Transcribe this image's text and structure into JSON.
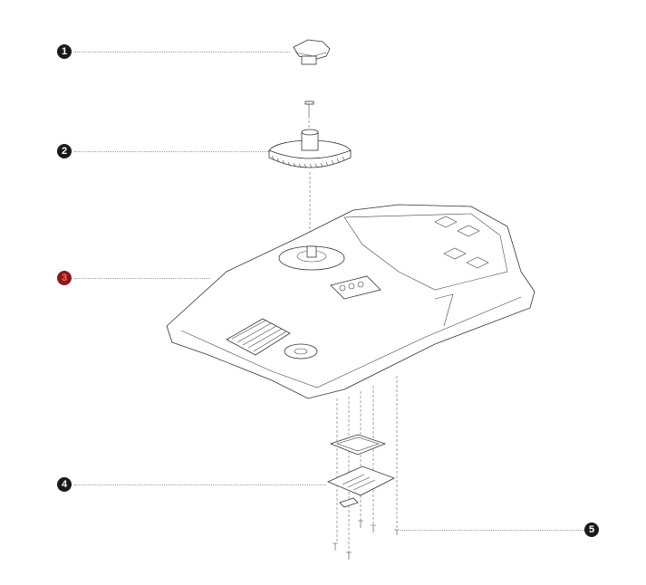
{
  "callouts": [
    {
      "label": "1",
      "part": "knob-cap"
    },
    {
      "label": "2",
      "part": "gear"
    },
    {
      "label": "3",
      "part": "base-housing"
    },
    {
      "label": "4",
      "part": "control-board"
    },
    {
      "label": "5",
      "part": "screws"
    }
  ],
  "colors": {
    "callout": "#1a1a1a",
    "callout_highlight": "#8b1a1a"
  }
}
